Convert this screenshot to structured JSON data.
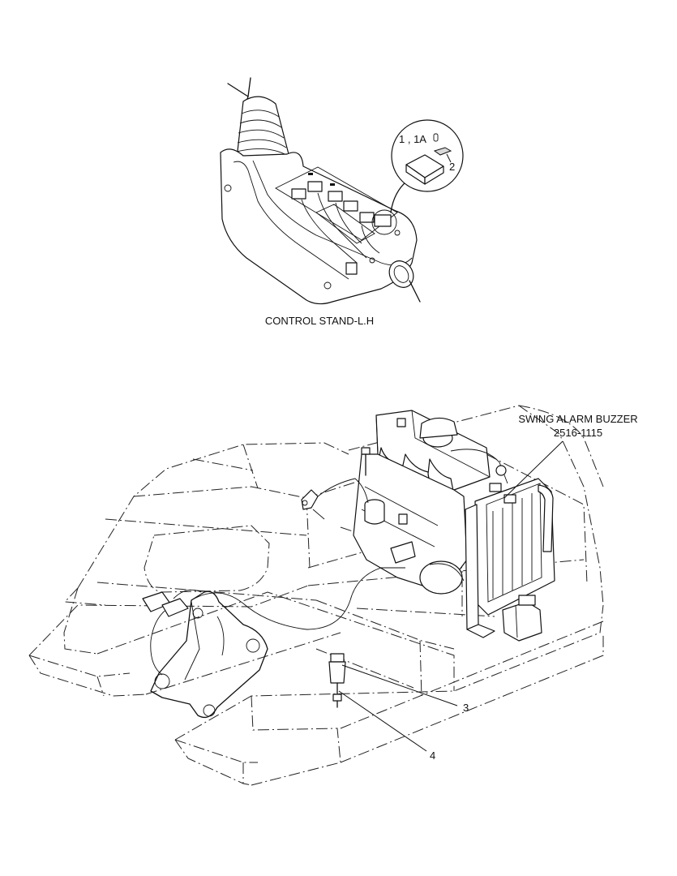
{
  "labels": {
    "control_stand": "CONTROL STAND-L.H",
    "buzzer_title": "SWING ALARM BUZZER",
    "buzzer_part": "2516-1115",
    "callout_1": "1 , 1A",
    "callout_2": "2",
    "callout_3": "3",
    "callout_4": "4"
  }
}
